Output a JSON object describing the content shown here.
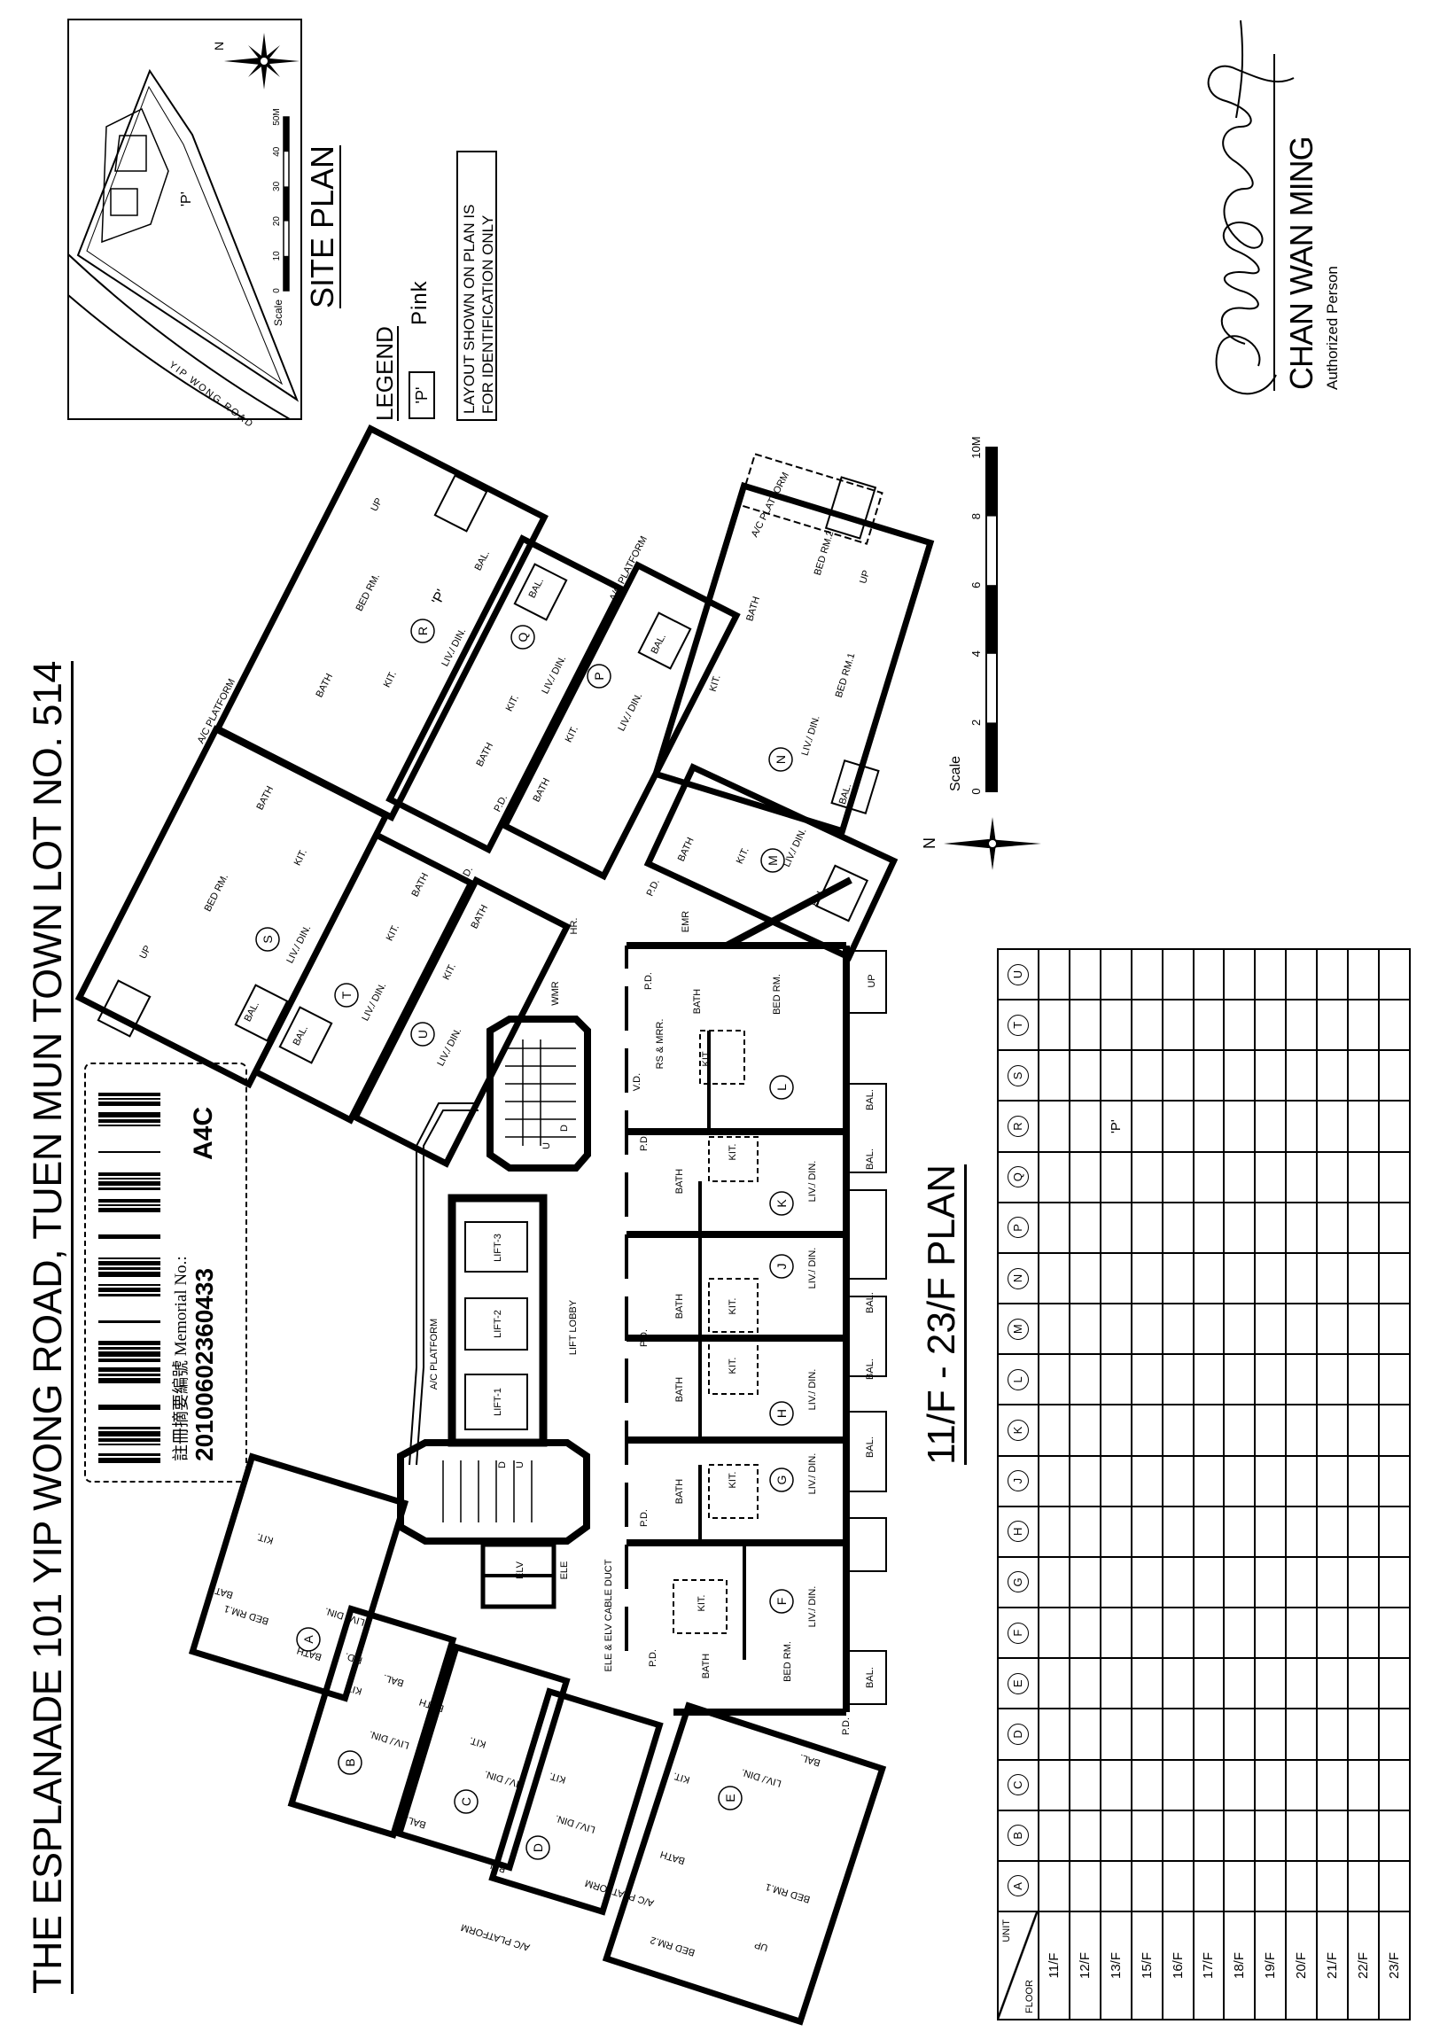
{
  "title": "THE ESPLANADE  101 YIP WONG ROAD, TUEN MUN TOWN LOT NO. 514",
  "registration": {
    "memorial_label": "註冊摘要編號 Memorial No.:",
    "memorial_no": "20100602360433",
    "code": "A4C"
  },
  "plan": {
    "title": "11/F - 23/F PLAN",
    "north": "N",
    "scale_label": "Scale",
    "scale_ticks": [
      "0",
      "2",
      "4",
      "6",
      "8",
      "10M"
    ],
    "units": [
      "A",
      "B",
      "C",
      "D",
      "E",
      "F",
      "G",
      "H",
      "J",
      "K",
      "L",
      "M",
      "N",
      "P",
      "Q",
      "R",
      "S",
      "T",
      "U"
    ],
    "pink_marker": "'P'",
    "rooms": {
      "bed_rm": "BED RM.",
      "bed_rm_1": "BED RM.1",
      "bed_rm_2": "BED RM.2",
      "bath": "BATH",
      "kit": "KIT.",
      "liv_din": "LIV./ DIN.",
      "bal": "BAL.",
      "ac_platform": "A/C PLATFORM",
      "up": "UP",
      "pd": "P.D.",
      "emr": "EMR",
      "wmr": "WMR",
      "elv": "ELV",
      "ele": "ELE",
      "cable_duct": "ELE & ELV CABLE DUCT",
      "rs_mrr": "RS & MRR.",
      "vd": "V.D.",
      "hr": "HR.",
      "lift_lobby": "LIFT LOBBY",
      "lift_1": "LIFT-1",
      "lift_2": "LIFT-2",
      "lift_3": "LIFT-3",
      "stair_up": "U",
      "stair_down": "D"
    }
  },
  "site_plan": {
    "title": "SITE PLAN",
    "road": "YIP WONG ROAD",
    "marker": "'P'",
    "north": "N",
    "scale_label": "Scale",
    "scale_ticks": [
      "0",
      "10",
      "20",
      "30",
      "40",
      "50M"
    ]
  },
  "legend": {
    "title": "LEGEND",
    "marker": "'P'",
    "color_name": "Pink",
    "note_line1": "LAYOUT SHOWN ON PLAN IS",
    "note_line2": "FOR IDENTIFICATION ONLY"
  },
  "authorized_person": {
    "name": "CHAN WAN MING",
    "role": "Authorized Person",
    "signature_text": "Chan Wan Ming"
  },
  "table": {
    "corner_unit": "UNIT",
    "corner_floor": "FLOOR",
    "units": [
      "A",
      "B",
      "C",
      "D",
      "E",
      "F",
      "G",
      "H",
      "J",
      "K",
      "L",
      "M",
      "N",
      "P",
      "Q",
      "R",
      "S",
      "T",
      "U"
    ],
    "floors": [
      "11/F",
      "12/F",
      "13/F",
      "15/F",
      "16/F",
      "17/F",
      "18/F",
      "19/F",
      "20/F",
      "21/F",
      "22/F",
      "23/F"
    ],
    "marks": [
      {
        "floor": "13/F",
        "unit": "R",
        "value": "'P'"
      }
    ]
  }
}
